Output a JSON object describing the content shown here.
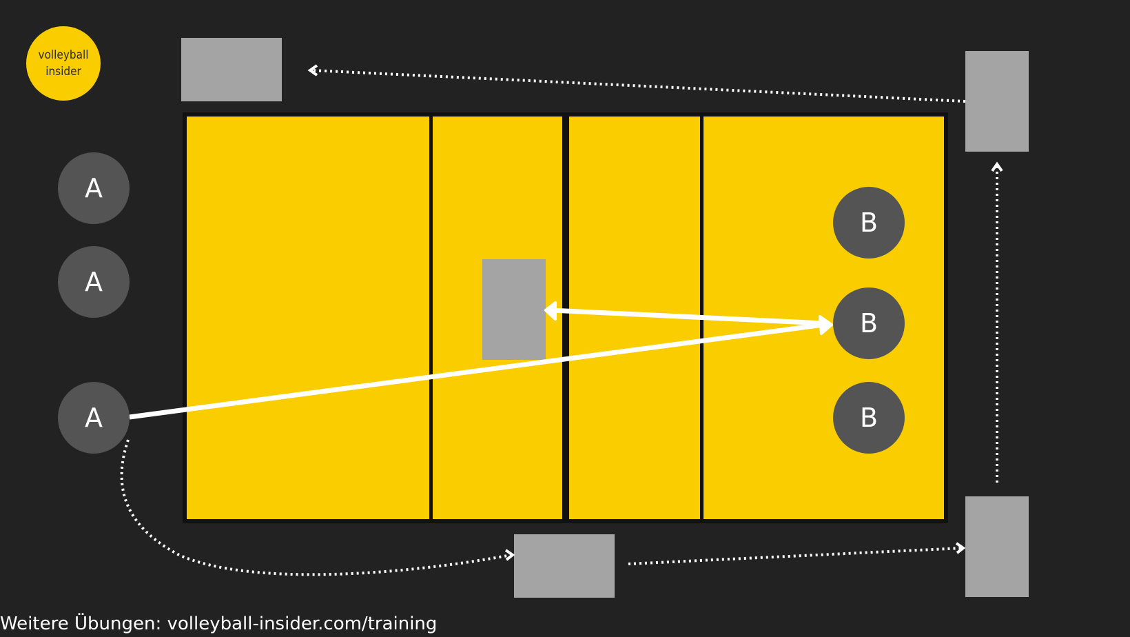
{
  "logo": {
    "line1": "volleyball",
    "line2": "insider"
  },
  "players": {
    "team_a": [
      "A",
      "A",
      "A"
    ],
    "team_b": [
      "B",
      "B",
      "B"
    ]
  },
  "footer": {
    "text": "Weitere Übungen: volleyball-insider.com/training"
  },
  "colors": {
    "background": "#222222",
    "court": "#F9CD00",
    "lines": "#111111",
    "player": "#545454",
    "station": "#A4A4A4",
    "arrow": "#FFFFFF"
  }
}
